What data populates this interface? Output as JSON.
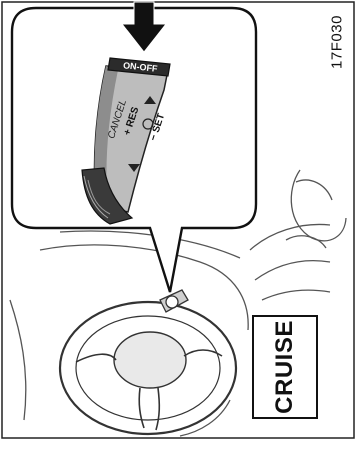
{
  "figure_code": "17F030",
  "switch_labels": {
    "on_off": "ON-OFF",
    "cancel": "CANCEL",
    "res": "+ RES",
    "set": "− SET"
  },
  "cruise_indicator": "CRUISE"
}
